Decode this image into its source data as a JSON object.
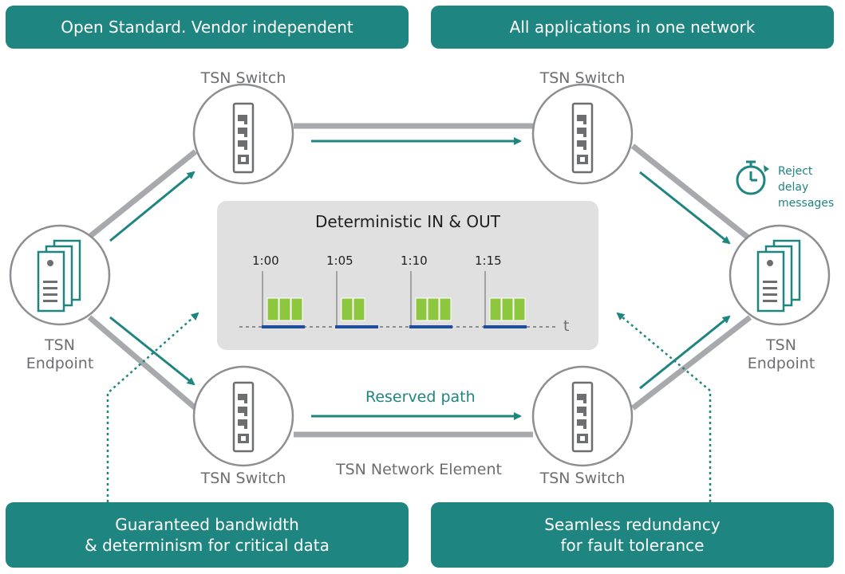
{
  "banners": {
    "top_left": "Open Standard. Vendor independent",
    "top_right": "All applications in one network",
    "bottom_left_line1": "Guaranteed bandwidth",
    "bottom_left_line2": "& determinism for critical data",
    "bottom_right_line1": "Seamless redundancy",
    "bottom_right_line2": "for fault tolerance"
  },
  "switches": {
    "top_left": "TSN Switch",
    "top_right": "TSN Switch",
    "bottom_left": "TSN Switch",
    "bottom_right": "TSN Switch"
  },
  "endpoints": {
    "left_line1": "TSN",
    "left_line2": "Endpoint",
    "right_line1": "TSN",
    "right_line2": "Endpoint"
  },
  "center": {
    "title": "Deterministic IN & OUT",
    "times": [
      "1:00",
      "1:05",
      "1:10",
      "1:15"
    ],
    "axis_label": "t"
  },
  "labels": {
    "reserved_path": "Reserved path",
    "network_element": "TSN Network Element",
    "reject_delay_line1": "Reject delay",
    "reject_delay_line2": "messages"
  },
  "icons": {
    "switch": "network-switch-icon",
    "endpoint": "server-endpoint-icon",
    "stopwatch": "stopwatch-icon"
  },
  "colors": {
    "teal": "#1e8580",
    "gray_line": "#a7a9ac",
    "green": "#8dc63f",
    "blue": "#1f4e9c",
    "panel": "#e0e0e0"
  }
}
